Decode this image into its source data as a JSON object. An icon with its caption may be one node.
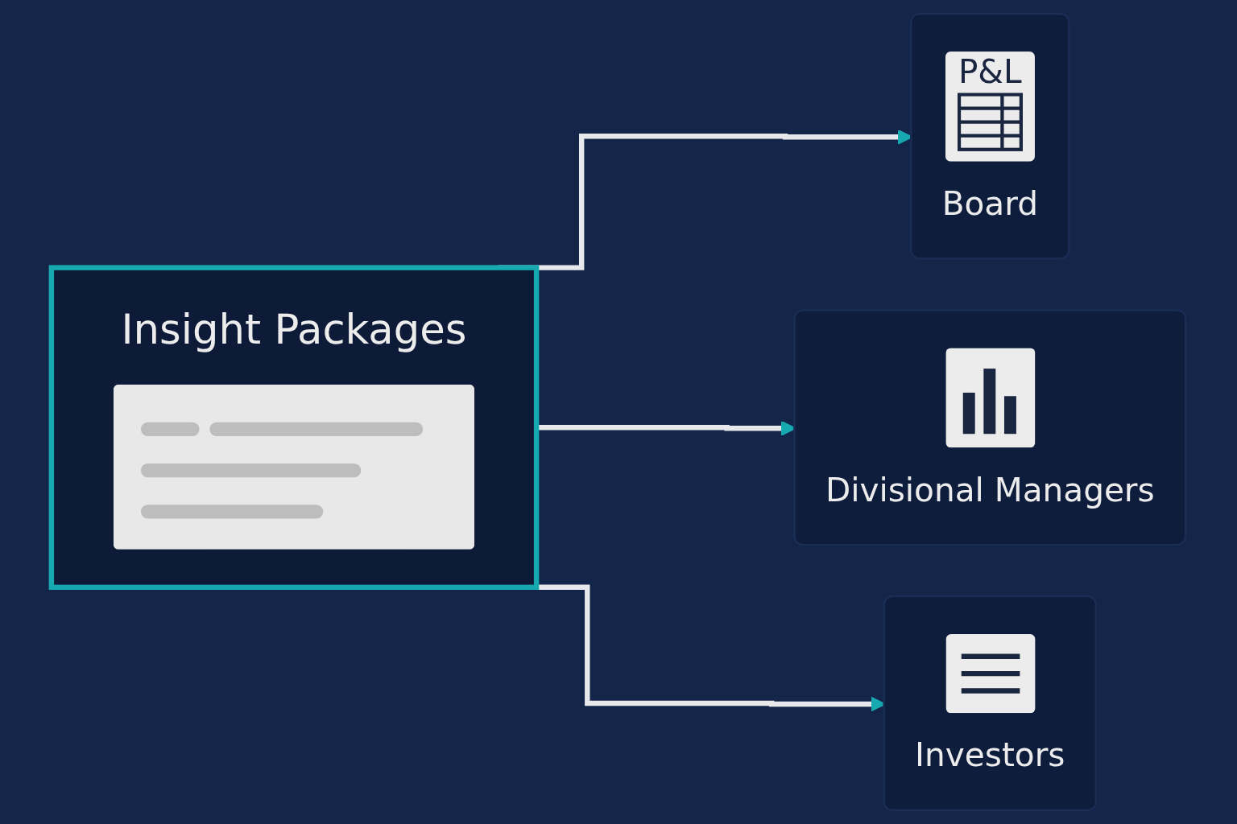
{
  "diagram": {
    "nodes": [
      {
        "text": [
          "Insight Packages"
        ]
      },
      {
        "text": [
          "P&L",
          "Board"
        ]
      },
      {
        "text": [
          "Divisional Managers"
        ]
      },
      {
        "text": [
          "Investors"
        ]
      }
    ],
    "edges": [
      {
        "from": 0,
        "to": 1,
        "arrow": "to"
      },
      {
        "from": 0,
        "to": 2,
        "arrow": "to"
      },
      {
        "from": 0,
        "to": 3,
        "arrow": "to"
      }
    ]
  }
}
